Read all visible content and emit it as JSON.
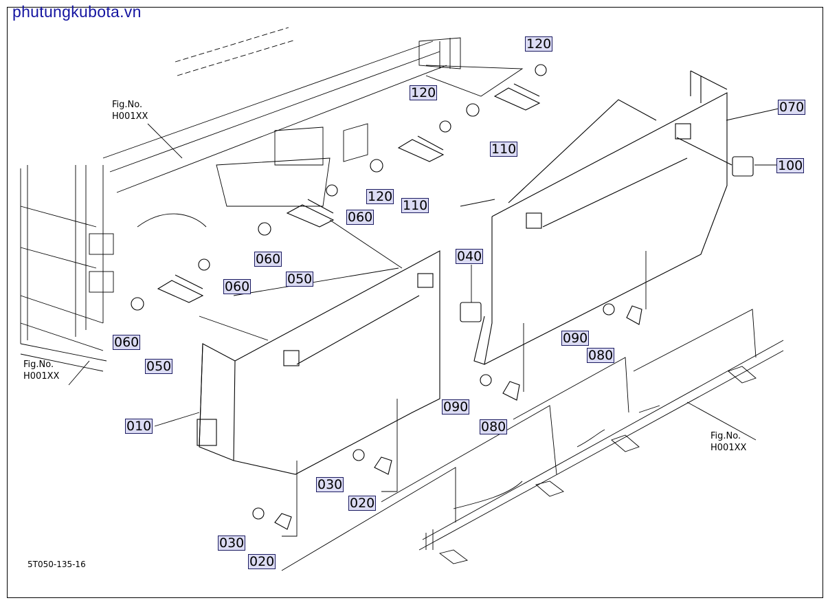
{
  "watermark": "phutungkubota.vn",
  "drawing_number": "5T050-135-16",
  "figure_refs": [
    {
      "line1": "Fig.No.",
      "line2": "H001XX"
    },
    {
      "line1": "Fig.No.",
      "line2": "H001XX"
    },
    {
      "line1": "Fig.No.",
      "line2": "H001XX"
    }
  ],
  "callouts": [
    "010",
    "020",
    "020",
    "030",
    "030",
    "040",
    "050",
    "050",
    "060",
    "060",
    "060",
    "060",
    "070",
    "080",
    "080",
    "090",
    "090",
    "100",
    "110",
    "110",
    "120",
    "120",
    "120"
  ]
}
